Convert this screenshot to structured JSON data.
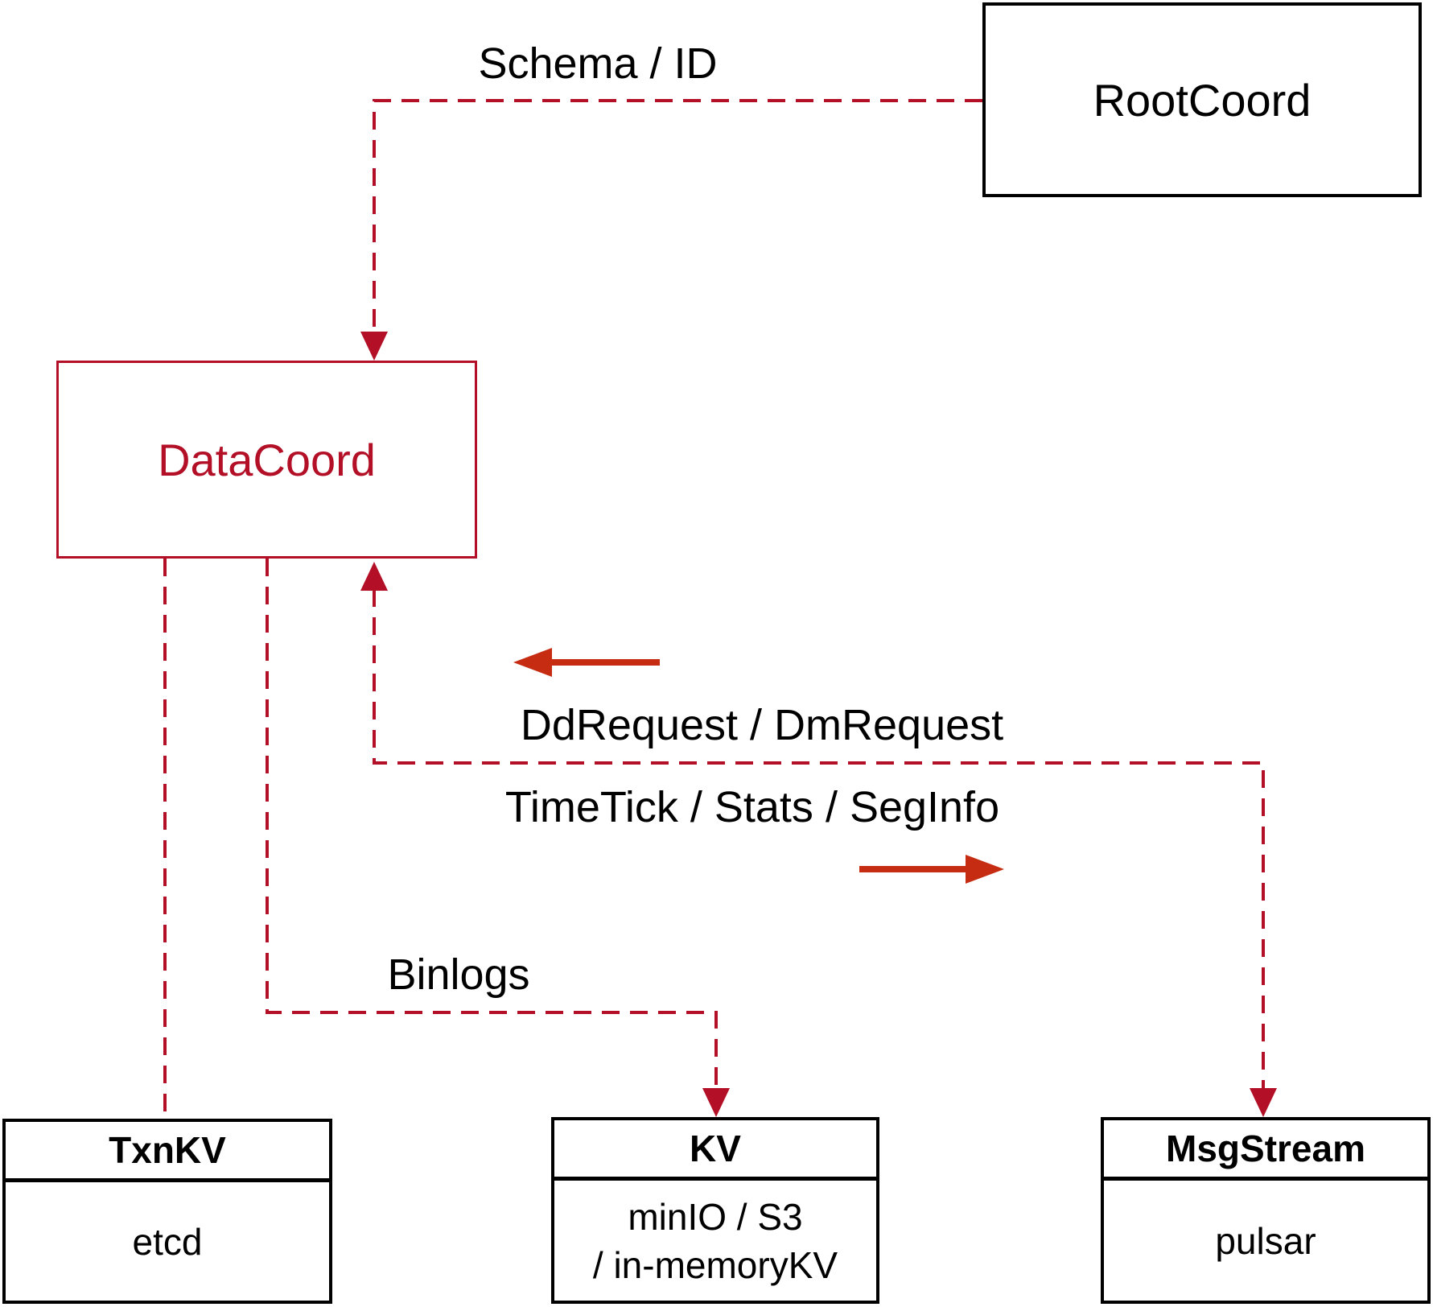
{
  "colors": {
    "crimson": "#b30f26",
    "arrow_red": "#c52c11",
    "black": "#000000",
    "background": "#ffffff"
  },
  "nodes": {
    "rootcoord": {
      "label": "RootCoord"
    },
    "datacoord": {
      "label": "DataCoord"
    },
    "txnkv": {
      "title": "TxnKV",
      "body": "etcd"
    },
    "kv": {
      "title": "KV",
      "body_lines": [
        "minIO / S3",
        "/ in-memoryKV"
      ]
    },
    "msgstream": {
      "title": "MsgStream",
      "body": "pulsar"
    }
  },
  "edges": {
    "schema_id_label": "Schema / ID",
    "ddrequest_label": "DdRequest / DmRequest",
    "timetick_label": "TimeTick / Stats / SegInfo",
    "binlogs_label": "Binlogs"
  }
}
